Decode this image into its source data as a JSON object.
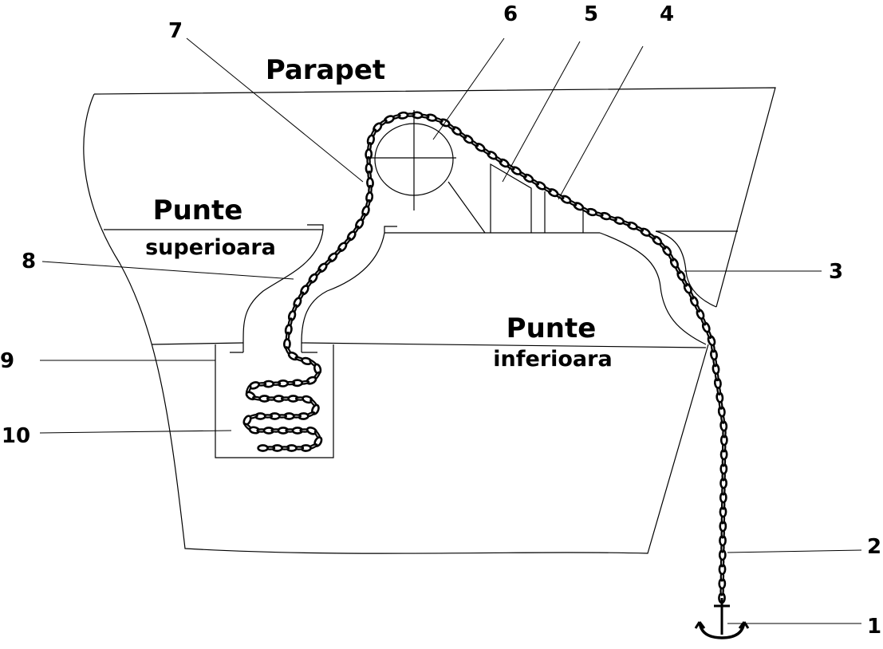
{
  "labels": {
    "parapet": "Parapet",
    "upper_deck_line1": "Punte",
    "upper_deck_line2": "superioara",
    "lower_deck_line1": "Punte",
    "lower_deck_line2": "inferioara"
  },
  "callouts": {
    "n1": "1",
    "n2": "2",
    "n3": "3",
    "n4": "4",
    "n5": "5",
    "n6": "6",
    "n7": "7",
    "n8": "8",
    "n9": "9",
    "n10": "10"
  },
  "colors": {
    "stroke": "#000000",
    "chain_fill": "#ffffff",
    "background": "#ffffff"
  },
  "icons": {
    "anchor": "anchor-icon",
    "chain": "chain-links"
  }
}
